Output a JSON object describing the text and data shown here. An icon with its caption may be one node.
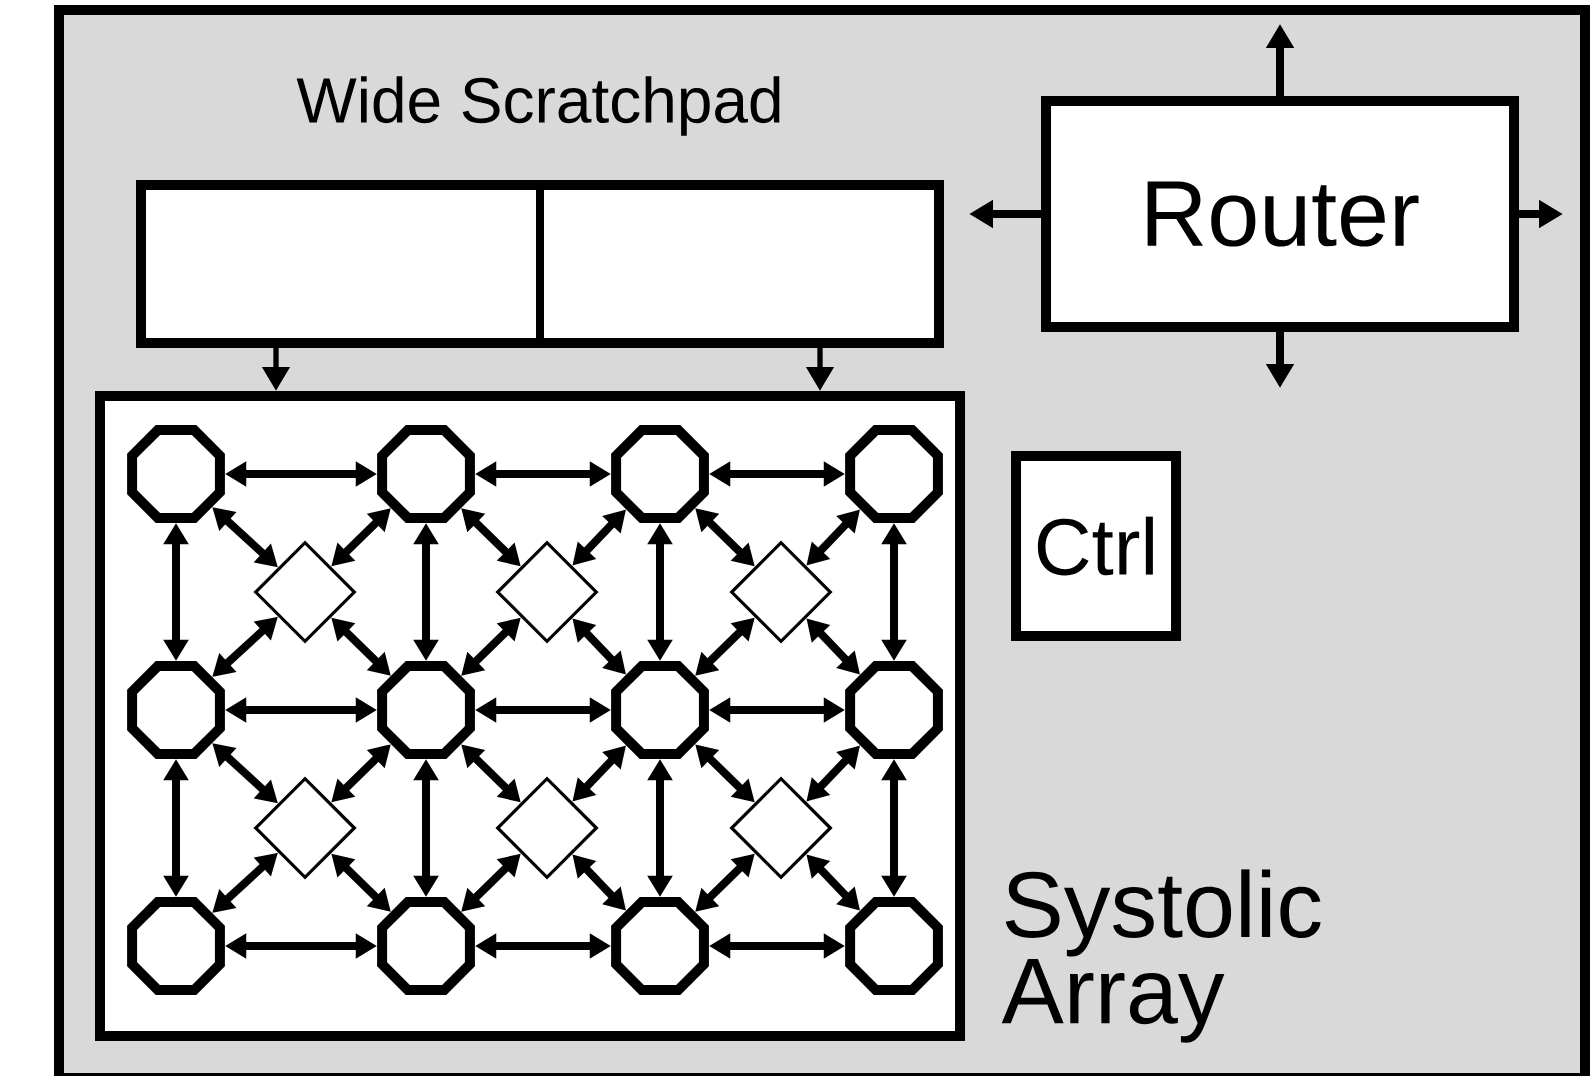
{
  "diagram": {
    "nodes": [
      {
        "text": [],
        "shape": "box"
      },
      {
        "text": [
          "Wide Scratchpad"
        ],
        "in": 0
      },
      {
        "text": [
          "Router"
        ],
        "in": 0
      },
      {
        "text": [
          "Ctrl"
        ],
        "in": 0
      },
      {
        "text": [
          "Systolic Array"
        ],
        "in": 0
      },
      {
        "text": [],
        "shape": "octagon",
        "in": 4
      },
      {
        "text": [],
        "shape": "octagon",
        "in": 4
      },
      {
        "text": [],
        "shape": "octagon",
        "in": 4
      },
      {
        "text": [],
        "shape": "octagon",
        "in": 4
      },
      {
        "text": [],
        "shape": "octagon",
        "in": 4
      },
      {
        "text": [],
        "shape": "octagon",
        "in": 4
      },
      {
        "text": [],
        "shape": "octagon",
        "in": 4
      },
      {
        "text": [],
        "shape": "octagon",
        "in": 4
      },
      {
        "text": [],
        "shape": "octagon",
        "in": 4
      },
      {
        "text": [],
        "shape": "octagon",
        "in": 4
      },
      {
        "text": [],
        "shape": "octagon",
        "in": 4
      },
      {
        "text": [],
        "shape": "octagon",
        "in": 4
      },
      {
        "text": [],
        "shape": "diamond",
        "in": 4
      },
      {
        "text": [],
        "shape": "diamond",
        "in": 4
      },
      {
        "text": [],
        "shape": "diamond",
        "in": 4
      },
      {
        "text": [],
        "shape": "diamond",
        "in": 4
      },
      {
        "text": [],
        "shape": "diamond",
        "in": 4
      },
      {
        "text": [],
        "shape": "diamond",
        "in": 4
      }
    ],
    "edges": [
      {
        "from": 1,
        "to": 4,
        "arrow": "to"
      },
      {
        "from": 1,
        "to": 4,
        "arrow": "to"
      },
      {
        "from": 2,
        "to": null,
        "arrow": "to"
      },
      {
        "from": 2,
        "to": null,
        "arrow": "to"
      },
      {
        "from": 2,
        "to": null,
        "arrow": "to"
      },
      {
        "from": 2,
        "to": null,
        "arrow": "to"
      },
      {
        "from": 5,
        "to": 6,
        "arrow": "both"
      },
      {
        "from": 6,
        "to": 7,
        "arrow": "both"
      },
      {
        "from": 7,
        "to": 8,
        "arrow": "both"
      },
      {
        "from": 9,
        "to": 10,
        "arrow": "both"
      },
      {
        "from": 10,
        "to": 11,
        "arrow": "both"
      },
      {
        "from": 11,
        "to": 12,
        "arrow": "both"
      },
      {
        "from": 13,
        "to": 14,
        "arrow": "both"
      },
      {
        "from": 14,
        "to": 15,
        "arrow": "both"
      },
      {
        "from": 15,
        "to": 16,
        "arrow": "both"
      },
      {
        "from": 5,
        "to": 9,
        "arrow": "both"
      },
      {
        "from": 6,
        "to": 10,
        "arrow": "both"
      },
      {
        "from": 7,
        "to": 11,
        "arrow": "both"
      },
      {
        "from": 8,
        "to": 12,
        "arrow": "both"
      },
      {
        "from": 9,
        "to": 13,
        "arrow": "both"
      },
      {
        "from": 10,
        "to": 14,
        "arrow": "both"
      },
      {
        "from": 11,
        "to": 15,
        "arrow": "both"
      },
      {
        "from": 12,
        "to": 16,
        "arrow": "both"
      },
      {
        "from": 5,
        "to": 17,
        "arrow": "both"
      },
      {
        "from": 6,
        "to": 17,
        "arrow": "both"
      },
      {
        "from": 9,
        "to": 17,
        "arrow": "both"
      },
      {
        "from": 10,
        "to": 17,
        "arrow": "both"
      },
      {
        "from": 6,
        "to": 18,
        "arrow": "both"
      },
      {
        "from": 7,
        "to": 18,
        "arrow": "both"
      },
      {
        "from": 10,
        "to": 18,
        "arrow": "both"
      },
      {
        "from": 11,
        "to": 18,
        "arrow": "both"
      },
      {
        "from": 7,
        "to": 19,
        "arrow": "both"
      },
      {
        "from": 8,
        "to": 19,
        "arrow": "both"
      },
      {
        "from": 11,
        "to": 19,
        "arrow": "both"
      },
      {
        "from": 12,
        "to": 19,
        "arrow": "both"
      },
      {
        "from": 9,
        "to": 20,
        "arrow": "both"
      },
      {
        "from": 10,
        "to": 20,
        "arrow": "both"
      },
      {
        "from": 13,
        "to": 20,
        "arrow": "both"
      },
      {
        "from": 14,
        "to": 20,
        "arrow": "both"
      },
      {
        "from": 10,
        "to": 21,
        "arrow": "both"
      },
      {
        "from": 11,
        "to": 21,
        "arrow": "both"
      },
      {
        "from": 14,
        "to": 21,
        "arrow": "both"
      },
      {
        "from": 15,
        "to": 21,
        "arrow": "both"
      },
      {
        "from": 11,
        "to": 22,
        "arrow": "both"
      },
      {
        "from": 12,
        "to": 22,
        "arrow": "both"
      },
      {
        "from": 15,
        "to": 22,
        "arrow": "both"
      },
      {
        "from": 16,
        "to": 22,
        "arrow": "both"
      }
    ]
  }
}
